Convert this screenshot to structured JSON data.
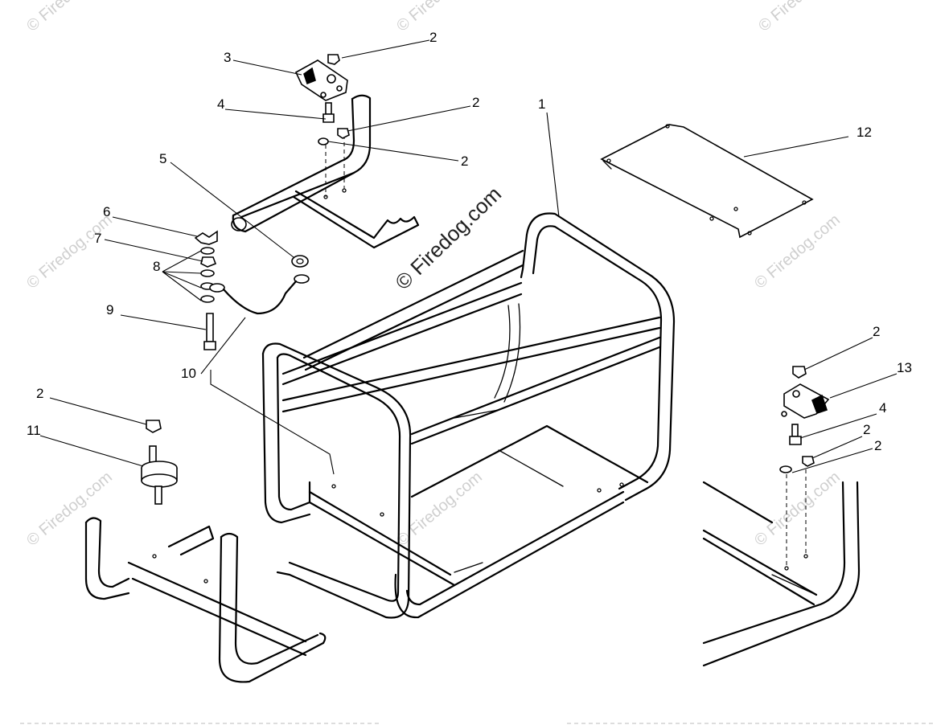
{
  "watermark": {
    "main": "© Firedog.com",
    "faint": "© Firedog.com"
  },
  "callouts": [
    {
      "id": "c1",
      "label": "1"
    },
    {
      "id": "c2a",
      "label": "2"
    },
    {
      "id": "c2b",
      "label": "2"
    },
    {
      "id": "c2c",
      "label": "2"
    },
    {
      "id": "c2d",
      "label": "2"
    },
    {
      "id": "c2e",
      "label": "2"
    },
    {
      "id": "c2f",
      "label": "2"
    },
    {
      "id": "c2g",
      "label": "2"
    },
    {
      "id": "c3",
      "label": "3"
    },
    {
      "id": "c4a",
      "label": "4"
    },
    {
      "id": "c4b",
      "label": "4"
    },
    {
      "id": "c5",
      "label": "5"
    },
    {
      "id": "c6",
      "label": "6"
    },
    {
      "id": "c7",
      "label": "7"
    },
    {
      "id": "c8",
      "label": "8"
    },
    {
      "id": "c9",
      "label": "9"
    },
    {
      "id": "c10",
      "label": "10"
    },
    {
      "id": "c11",
      "label": "11"
    },
    {
      "id": "c12",
      "label": "12"
    },
    {
      "id": "c13",
      "label": "13"
    }
  ]
}
